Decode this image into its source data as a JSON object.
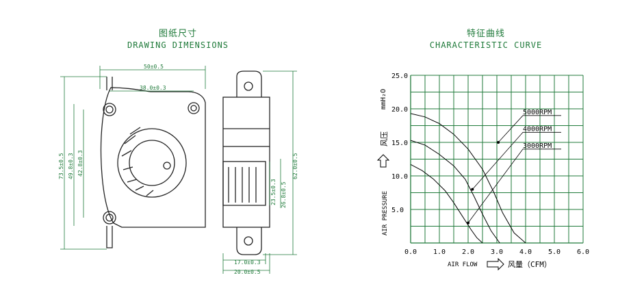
{
  "left_panel": {
    "title_cn": "图纸尺寸",
    "title_en": "DRAWING DIMENSIONS",
    "dims": {
      "width_overall": "50±0.5",
      "hole_spacing": "38.0±0.3",
      "height_overall": "73.5±0.5",
      "height_body": "49.8±0.3",
      "hole_vertical": "42.8±0.3",
      "side_height": "62.0±0.5",
      "outlet_h1": "23.5±0.3",
      "outlet_h2": "26.8±0.5",
      "outlet_w": "17.0±0.3",
      "thickness": "20.0±0.5"
    }
  },
  "right_panel": {
    "title_cn": "特征曲线",
    "title_en": "CHARACTERISTIC CURVE",
    "y_unit": "mmH₂O",
    "y_label_cn": "风压",
    "y_label_en": "AIR PRESSURE",
    "x_label_en": "AIR FLOW",
    "x_label_cn": "风量（CFM）",
    "colors": {
      "grid": "#1f7a3a",
      "curve": "#000000"
    }
  },
  "chart_data": {
    "type": "line",
    "title": "CHARACTERISTIC CURVE",
    "xlabel": "AIR FLOW 风量（CFM）",
    "ylabel": "AIR PRESSURE 风压 mmH₂O",
    "xlim": [
      0,
      6
    ],
    "ylim": [
      0,
      25
    ],
    "x_ticks": [
      "0.0",
      "1.0",
      "2.0",
      "3.0",
      "4.0",
      "5.0",
      "6.0"
    ],
    "y_ticks": [
      "5.0",
      "10.0",
      "15.0",
      "20.0",
      "25.0"
    ],
    "grid": true,
    "series": [
      {
        "name": "5000RPM",
        "x": [
          0,
          0.5,
          1.0,
          1.5,
          2.0,
          2.5,
          2.9,
          3.2,
          3.6,
          4.0
        ],
        "y": [
          19.3,
          18.8,
          17.8,
          16.2,
          14.0,
          11.0,
          7.5,
          4.5,
          1.5,
          0
        ]
      },
      {
        "name": "4000RPM",
        "x": [
          0,
          0.5,
          1.0,
          1.5,
          1.9,
          2.2,
          2.5,
          2.8,
          3.1
        ],
        "y": [
          15.3,
          14.6,
          13.2,
          11.5,
          9.5,
          7.0,
          4.3,
          1.8,
          0
        ]
      },
      {
        "name": "3000RPM",
        "x": [
          0,
          0.4,
          0.8,
          1.2,
          1.5,
          1.8,
          2.1,
          2.3,
          2.5
        ],
        "y": [
          11.7,
          10.8,
          9.5,
          7.8,
          6.0,
          4.0,
          2.0,
          0.8,
          0
        ]
      }
    ]
  }
}
